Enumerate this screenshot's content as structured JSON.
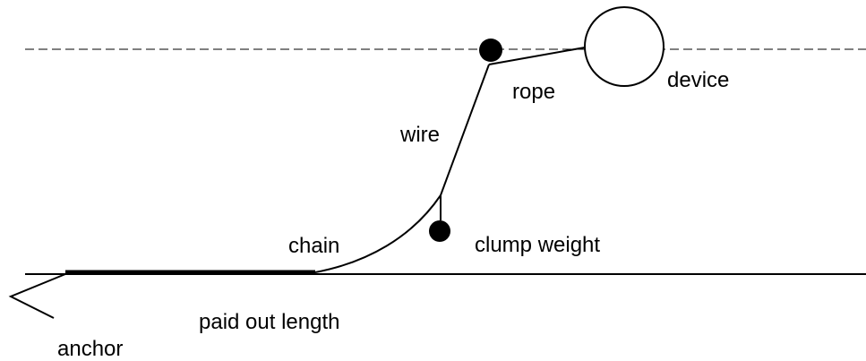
{
  "labels": {
    "rope": "rope",
    "device": "device",
    "wire": "wire",
    "chain": "chain",
    "clump_weight": "clump weight",
    "paid_out_length": "paid out length",
    "anchor": "anchor"
  },
  "colors": {
    "line": "#000000",
    "background": "#ffffff"
  }
}
